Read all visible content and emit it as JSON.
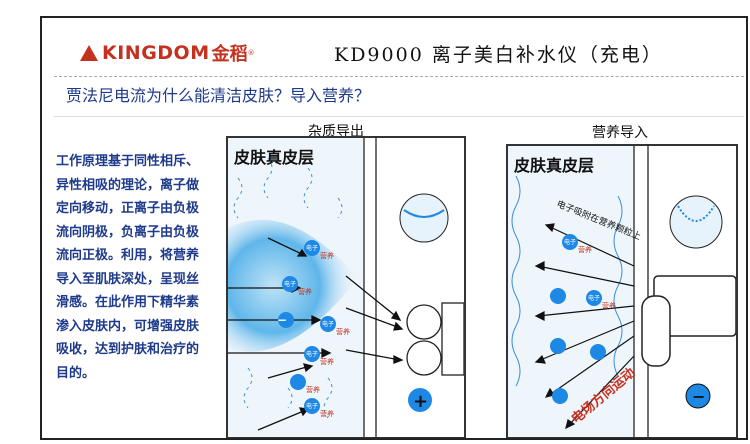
{
  "brand": {
    "name": "KINGDOM",
    "name_cn": "金稻",
    "reg_mark": "®"
  },
  "product_title": "KD9000 离子美白补水仪（充电）",
  "question": "贾法尼电流为什么能清洁皮肤？导入营养？",
  "description": "工作原理基于同性相斥、异性相吸的理论，离子做定向移动，正离子由负极流向阴极，负离子由负极流向正极。利用，将营养导入至肌肤深处，呈现丝滑感。在此作用下精华素渗入皮肤内，可增强皮肤吸收，达到护肤和治疗的目的。",
  "panels": {
    "left": {
      "caption": "杂质导出",
      "skin_label": "皮肤真皮层",
      "electron_label": "电子",
      "nutrient_label": "营养",
      "plus_sign": "+",
      "minus_sign": "−"
    },
    "right": {
      "caption": "营养导入",
      "skin_label": "皮肤真皮层",
      "adsorb_label": "电子吸附在营养颗粒上",
      "direction_label": "电场方向运动",
      "electron_label": "电子",
      "nutrient_label": "营养",
      "minus_sign": "−"
    }
  },
  "colors": {
    "accent_red": "#c4321f",
    "text_blue": "#1e3a8a",
    "ion_blue": "#1565c0",
    "glow_blue": "#5fb6ea"
  }
}
